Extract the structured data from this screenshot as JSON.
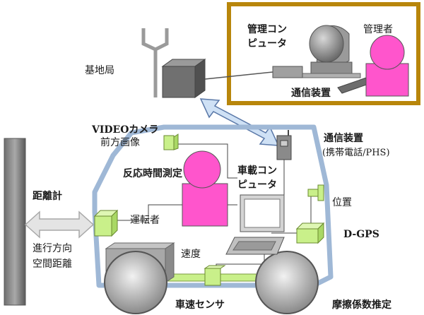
{
  "labels": {
    "base_station": "基地局",
    "mgmt_computer_1": "管理コン",
    "mgmt_computer_2": "ピュータ",
    "administrator": "管理者",
    "mgmt_comm_device": "通信装置",
    "video_camera_1": "VIDEOカメラ",
    "video_camera_2": "前方画像",
    "car_comm_device": "通信装置",
    "car_comm_detail": "(携帯電話/PHS)",
    "reaction_time": "反応時間測定",
    "onboard_computer_1": "車載コン",
    "onboard_computer_2": "ピュータ",
    "rangefinder": "距離計",
    "driver": "運転者",
    "position": "位置",
    "dgps": "D-GPS",
    "forward_distance_1": "進行方向",
    "forward_distance_2": "空間距離",
    "speed": "速度",
    "speed_sensor": "車速センサ",
    "friction_estimation": "摩擦係数推定"
  },
  "colors": {
    "frame_gold": "#b8860b",
    "vehicle_outline": "#9fb8d6",
    "device_green": "#c9f08a",
    "person_magenta": "#ff55cc",
    "link_blue": "#cfe1f5"
  }
}
